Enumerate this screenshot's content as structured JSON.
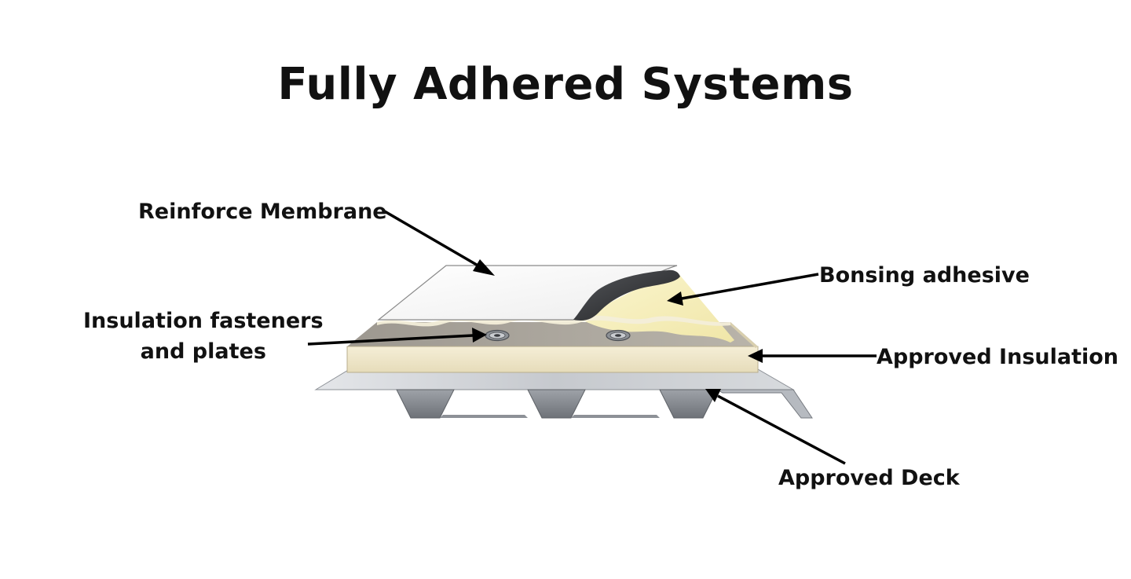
{
  "title": "Fully Adhered Systems",
  "labels": {
    "membrane": "Reinforce Membrane",
    "adhesive": "Bonsing adhesive",
    "fasteners_line1": "Insulation fasteners",
    "fasteners_line2": "and plates",
    "insulation": "Approved Insulation",
    "deck": "Approved Deck"
  },
  "colors": {
    "membrane": "#f8f8f8",
    "membrane_underside": "#3a3a3c",
    "adhesive": "#f7f1c2",
    "insulation": "#efe6c9",
    "insulation_top": "#a9a49a",
    "deck": "#a9adb3"
  }
}
